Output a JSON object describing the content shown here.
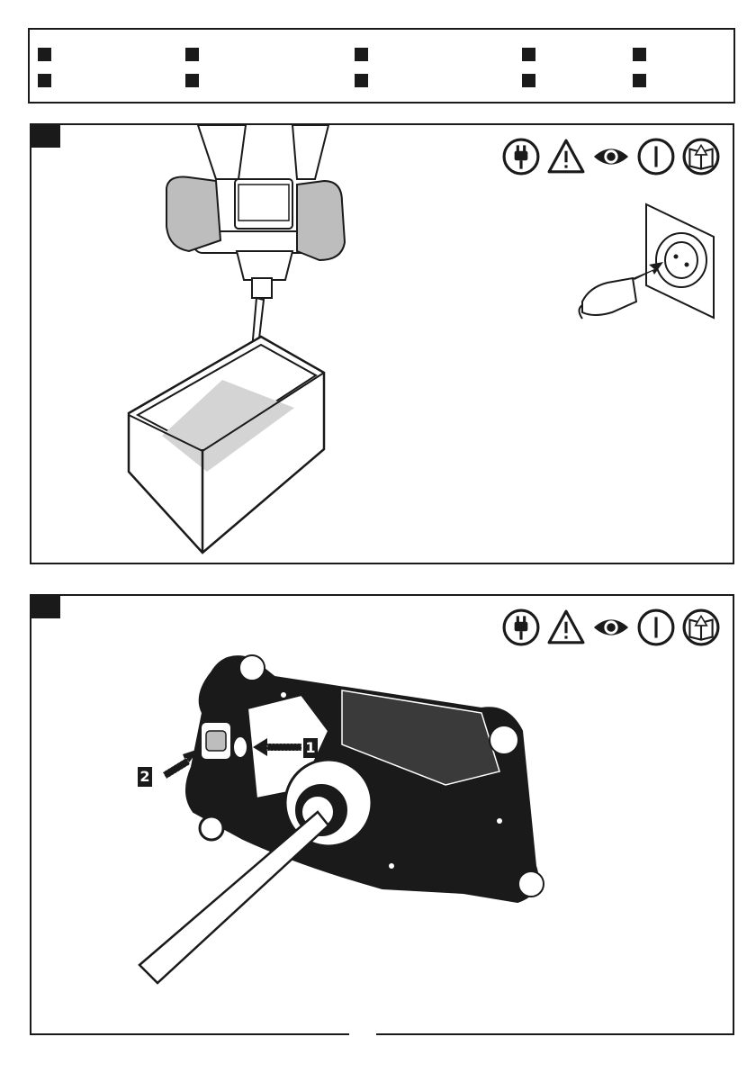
{
  "legend": {
    "rows": 2,
    "columns": 5
  },
  "panels": [
    {
      "id": "panel-1",
      "icons": [
        "plug-icon",
        "warning-icon",
        "eye-icon",
        "power-icon",
        "manual-icon"
      ],
      "illustration": [
        "hands-holding-mixer",
        "mixing-bucket",
        "wall-socket",
        "plug-insert-arrow"
      ]
    },
    {
      "id": "panel-2",
      "icons": [
        "plug-icon",
        "warning-icon",
        "eye-icon",
        "power-icon",
        "manual-icon"
      ],
      "callouts": {
        "first": "1",
        "second": "2"
      },
      "illustration": [
        "mixer-handle",
        "lock-button",
        "trigger-button",
        "paddle-shaft"
      ]
    }
  ],
  "colors": {
    "ink": "#1a1a1a",
    "paper": "#ffffff",
    "mid": "#bdbdbd"
  }
}
